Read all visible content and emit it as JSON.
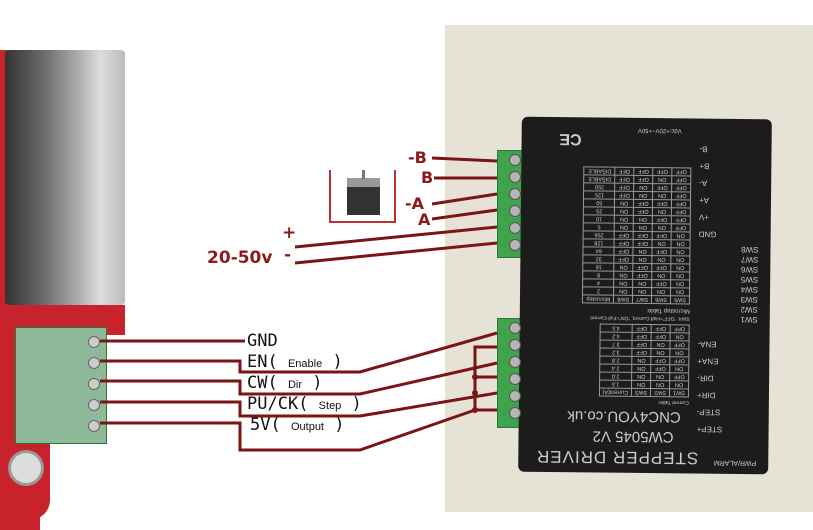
{
  "motor_labels": [
    "-B",
    "B",
    "-A",
    "A"
  ],
  "power": {
    "plus": "+",
    "minus": "-",
    "voltage": "20-50v"
  },
  "controller_labels": [
    {
      "main": "GND",
      "sub": ""
    },
    {
      "main": "EN",
      "sub": "Enable"
    },
    {
      "main": "CW",
      "sub": "Dir"
    },
    {
      "main": "PU/CK",
      "sub": "Step"
    },
    {
      "main": "5V",
      "sub": "Output"
    }
  ],
  "wire_color": "#7b1414",
  "driver": {
    "title": "STEPPER DRIVER",
    "model": "CW5045 V2",
    "site": "CNC4YOU.co.uk",
    "vdc": "Vdc:+20V~+50V",
    "top_terminals": [
      "B-",
      "B+",
      "A-",
      "A+",
      "+V",
      "GND"
    ],
    "bottom_terminals": [
      "ENA-",
      "ENA+",
      "DIR-",
      "DIR+",
      "STEP-",
      "STEP+"
    ],
    "pwr_alarm": "PWR/ALARM",
    "switches": [
      "SW1",
      "SW2",
      "SW3",
      "SW4",
      "SW5",
      "SW6",
      "SW7",
      "SW8"
    ],
    "microstep_title": "Microstep Table:",
    "microstep_header": [
      "SW5",
      "SW6",
      "SW7",
      "SW8",
      "Microstep"
    ],
    "microstep_rows": [
      [
        "ON",
        "ON",
        "ON",
        "ON",
        "2"
      ],
      [
        "ON",
        "OFF",
        "ON",
        "ON",
        "4"
      ],
      [
        "ON",
        "ON",
        "OFF",
        "ON",
        "8"
      ],
      [
        "ON",
        "OFF",
        "OFF",
        "ON",
        "16"
      ],
      [
        "ON",
        "ON",
        "ON",
        "OFF",
        "32"
      ],
      [
        "ON",
        "OFF",
        "ON",
        "OFF",
        "64"
      ],
      [
        "ON",
        "ON",
        "OFF",
        "OFF",
        "128"
      ],
      [
        "ON",
        "OFF",
        "OFF",
        "OFF",
        "256"
      ],
      [
        "OFF",
        "ON",
        "ON",
        "ON",
        "5"
      ],
      [
        "OFF",
        "OFF",
        "ON",
        "ON",
        "10"
      ],
      [
        "OFF",
        "ON",
        "OFF",
        "ON",
        "25"
      ],
      [
        "OFF",
        "OFF",
        "OFF",
        "ON",
        "50"
      ],
      [
        "OFF",
        "ON",
        "ON",
        "OFF",
        "125"
      ],
      [
        "OFF",
        "OFF",
        "ON",
        "OFF",
        "250"
      ],
      [
        "OFF",
        "ON",
        "OFF",
        "OFF",
        "DISABLE"
      ],
      [
        "OFF",
        "OFF",
        "OFF",
        "OFF",
        "DISABLE"
      ]
    ],
    "sw4_note": "SW4: “OFF”=Half Current, “ON”=Full Current",
    "current_title": "Current Table:",
    "current_header": [
      "SW1",
      "SW2",
      "SW3",
      "Current(A)"
    ],
    "current_rows": [
      [
        "ON",
        "ON",
        "ON",
        "1.5"
      ],
      [
        "OFF",
        "ON",
        "ON",
        "2.0"
      ],
      [
        "ON",
        "OFF",
        "ON",
        "2.4"
      ],
      [
        "OFF",
        "OFF",
        "ON",
        "2.8"
      ],
      [
        "ON",
        "ON",
        "OFF",
        "3.2"
      ],
      [
        "OFF",
        "ON",
        "OFF",
        "3.7"
      ],
      [
        "ON",
        "OFF",
        "OFF",
        "4.2"
      ],
      [
        "OFF",
        "OFF",
        "OFF",
        "4.5"
      ]
    ]
  }
}
